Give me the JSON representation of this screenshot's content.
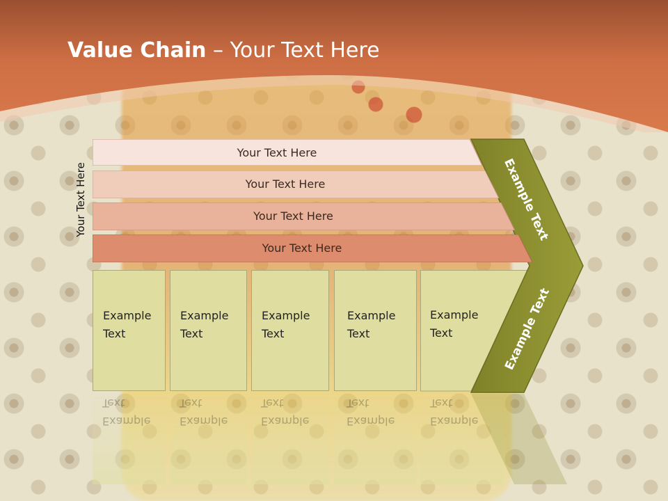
{
  "title": {
    "bold": "Value Chain",
    "rest": " – Your Text Here"
  },
  "vertical_label": "Your Text Here",
  "rows": [
    {
      "label": "Your Text Here",
      "color": "#f7e4dc"
    },
    {
      "label": "Your Text Here",
      "color": "#f0cdbb"
    },
    {
      "label": "Your Text Here",
      "color": "#e8b29b"
    },
    {
      "label": "Your Text Here",
      "color": "#dd8c6e"
    }
  ],
  "boxes": [
    {
      "line1": "Example",
      "line2": "Text"
    },
    {
      "line1": "Example",
      "line2": "Text"
    },
    {
      "line1": "Example",
      "line2": "Text"
    },
    {
      "line1": "Example",
      "line2": "Text"
    },
    {
      "line1": "Example",
      "line2": "Text"
    }
  ],
  "chevron": {
    "upper_label": "Example Text",
    "lower_label": "Example Text",
    "color": "#8c8e2f"
  },
  "colors": {
    "header": "#c9693f",
    "box_fill": "#dfdea0"
  }
}
